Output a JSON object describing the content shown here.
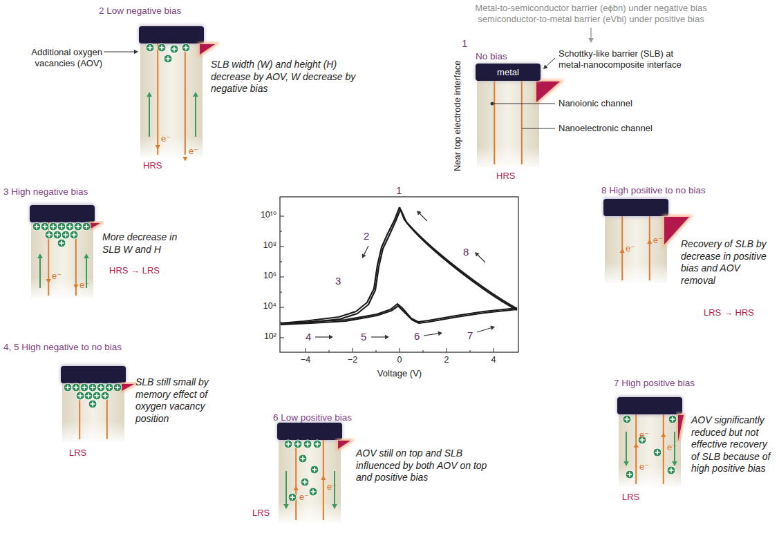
{
  "diagram": {
    "nodes": [
      {
        "text": [
          "metal"
        ]
      }
    ],
    "labels": [
      "Metal-to-semiconductor barrier (eϕbn) under negative bias",
      "semiconductor-to-metal barrier (eVbi) under positive bias",
      "1",
      "No bias",
      "Near top electrode interface",
      "Schottky-like barrier (SLB) at metal-nanocomposite interface",
      "Nanoionic channel",
      "Nanoelectronic channel",
      "HRS",
      "2  Low negative bias",
      "Additional oxygen vacancies (AOV)",
      "SLB width (W) and height (H) decrease by AOV, W decrease by negative bias",
      "HRS",
      "e⁻",
      "e⁻",
      "3  High negative bias",
      "More decrease in SLB W and H",
      "HRS → LRS",
      "e⁻",
      "e⁻",
      "4, 5  High negative to no bias",
      "SLB still small by memory effect of oxygen vacancy position",
      "LRS",
      "6  Low positive bias",
      "AOV still on top and SLB influenced by both AOV on top and positive bias",
      "LRS",
      "e⁻",
      "e⁻",
      "7  High positive bias",
      "AOV significantly reduced but not effective recovery of SLB because of high positive bias",
      "LRS",
      "e⁻",
      "e⁻",
      "e⁻",
      "8  High positive to no bias",
      "Recovery of SLB by decrease in positive bias and AOV removal",
      "LRS → HRS",
      "e⁻",
      "e⁻",
      "10¹⁰",
      "10⁸",
      "10⁶",
      "10⁴",
      "10²",
      "−4",
      "−2",
      "0",
      "2",
      "4",
      "Voltage (V)",
      "1",
      "2",
      "3",
      "4",
      "5",
      "6",
      "7",
      "8"
    ]
  }
}
